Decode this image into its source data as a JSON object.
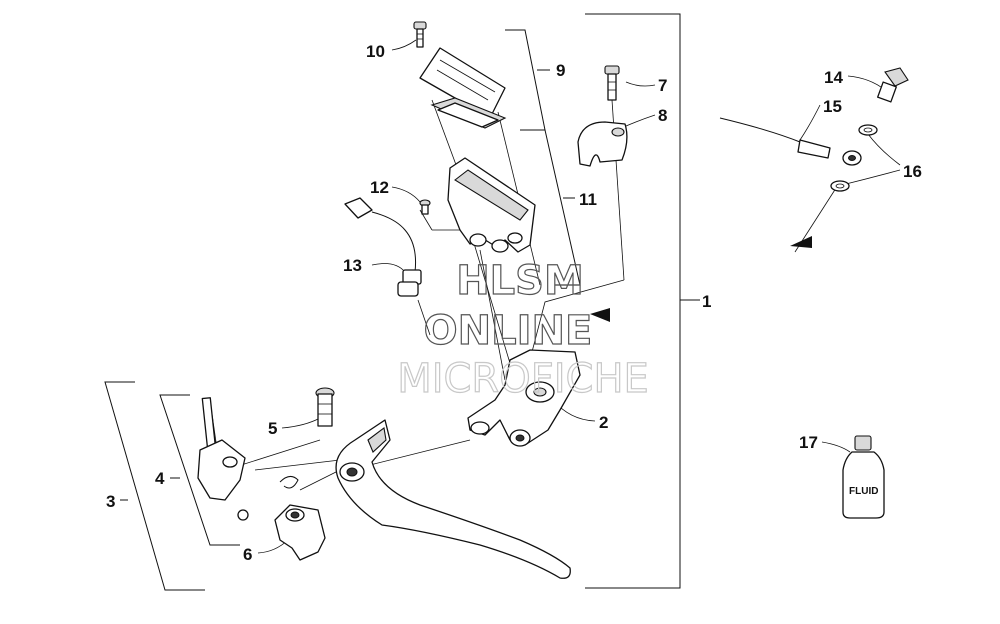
{
  "diagram": {
    "callouts": {
      "c1": "1",
      "c2": "2",
      "c3": "3",
      "c4": "4",
      "c5": "5",
      "c6": "6",
      "c7": "7",
      "c8": "8",
      "c9": "9",
      "c10": "10",
      "c11": "11",
      "c12": "12",
      "c13": "13",
      "c14": "14",
      "c15": "15",
      "c16": "16",
      "c17": "17"
    },
    "bottle_label": "FLUID",
    "watermark": {
      "line1": "HLSM",
      "line2": "ONLINE",
      "line3": "MICROFICHE"
    }
  }
}
